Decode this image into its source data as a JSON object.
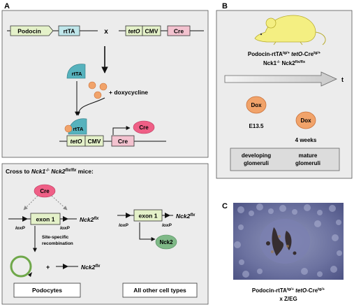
{
  "panels": {
    "a": {
      "letter": "A"
    },
    "b": {
      "letter": "B"
    },
    "c": {
      "letter": "C"
    }
  },
  "transgene": {
    "podocin": "Podocin",
    "rtta": "rtTA",
    "cross": "x",
    "teto": "tetO",
    "cmv": "CMV",
    "cre": "Cre"
  },
  "induction": {
    "rtta": "rtTA",
    "doxycycline": "+ doxycycline",
    "bound_rtta": "rtTA",
    "teto": "tetO",
    "cmv": "CMV",
    "cre_gene": "Cre",
    "cre_protein": "Cre"
  },
  "cross_box": {
    "title_prefix": "Cross to ",
    "title_genotype": "Nck1",
    "title_sup1": "-/-",
    "title_nck2": " Nck2",
    "title_sup2": "flx/flx",
    "title_suffix": " mice:",
    "cre": "Cre",
    "exon_left": "exon 1",
    "exon_right": "exon 1",
    "nck2_left": "Nck2",
    "nck2_right": "Nck2",
    "flx": "flx",
    "loxp": "loxP",
    "recombination_line1": "Site-specific",
    "recombination_line2": "recombination",
    "plus": "+",
    "nck2_product": "Nck2",
    "nck2_protein": "Nck2",
    "podocytes": "Podocytes",
    "other_cells": "All other cell types"
  },
  "panel_b": {
    "genotype_l1a": "Podocin-rtTA",
    "genotype_l1_sup1": "tg/+",
    "genotype_l1b": "tetO",
    "genotype_l1c": "-Cre",
    "genotype_l1_sup2": "tg/+",
    "genotype_l2a": "Nck1",
    "genotype_l2_sup1": "-/-",
    "genotype_l2b": " Nck2",
    "genotype_l2_sup2": "flx/flx",
    "time_label": "t",
    "dox1": "Dox",
    "dox1_time": "E13.5",
    "dox2": "Dox",
    "dox2_time": "4 weeks",
    "stage1_line1": "developing",
    "stage1_line2": "glomeruli",
    "stage2_line1": "mature",
    "stage2_line2": "glomeruli"
  },
  "panel_c": {
    "caption_l1a": "Podocin-rtTA",
    "caption_l1_sup1": "tg/+",
    "caption_l1b": "tetO",
    "caption_l1c": "-Cre",
    "caption_l1_sup2": "tg/+",
    "caption_l2": "x Z/EG"
  },
  "colors": {
    "panel_bg": "#ececec",
    "gene_green": "#e4f1c9",
    "gene_teal": "#bfe6ea",
    "gene_pink": "#f3c2cf",
    "cre_protein": "#ef5f86",
    "nck2_protein": "#7fb987",
    "dox_orange": "#f1a36a",
    "mouse": "#f4ef82"
  }
}
